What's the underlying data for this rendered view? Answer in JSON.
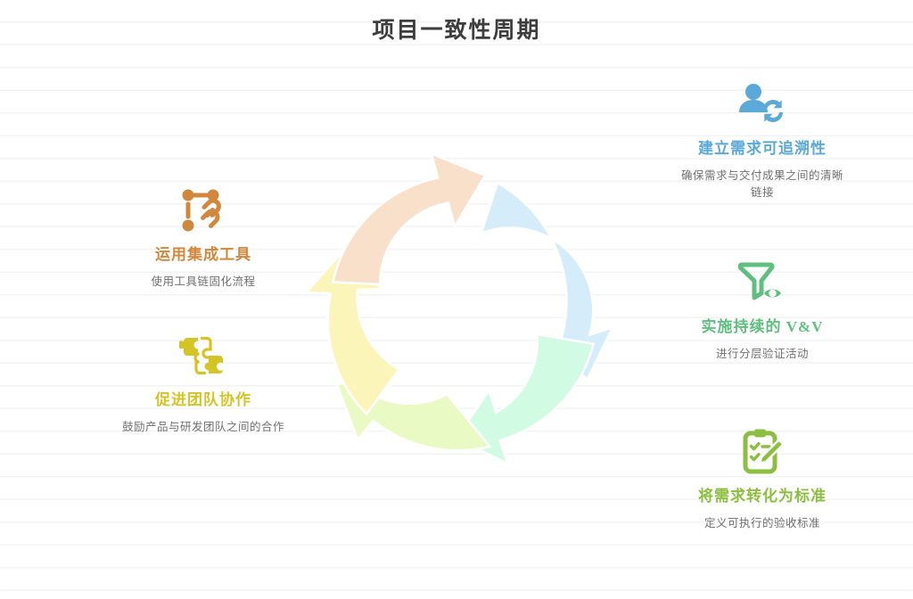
{
  "title": "项目一致性周期",
  "colors": {
    "blue": "#5ba9d8",
    "green": "#5fbf7f",
    "olive": "#8cbf3f",
    "orange": "#d1883c",
    "gold": "#d4c426",
    "arrow_peach": "#f8e0cb",
    "arrow_blue": "#d5edfa",
    "arrow_mint": "#d2fbe3",
    "arrow_lime": "#e9fac5",
    "arrow_yellow": "#fbf5b9",
    "title_text": "#3d3d3d",
    "desc_text": "#6f6f6f"
  },
  "cycle": {
    "segments": [
      {
        "name": "blue-segment",
        "color": "#d5edfa"
      },
      {
        "name": "mint-segment",
        "color": "#d2fbe3"
      },
      {
        "name": "lime-segment",
        "color": "#e9fac5"
      },
      {
        "name": "yellow-segment",
        "color": "#fbf5b9"
      },
      {
        "name": "peach-segment",
        "color": "#f8e0cb"
      }
    ]
  },
  "right_items": [
    {
      "id": "traceability",
      "icon": "person-sync-icon",
      "title": "建立需求可追溯性",
      "desc": "确保需求与交付成果之间的清晰链接",
      "color": "#5ba9d8"
    },
    {
      "id": "vv",
      "icon": "funnel-eye-icon",
      "title": "实施持续的 V&V",
      "desc": "进行分层验证活动",
      "color": "#5fbf7f"
    },
    {
      "id": "standards",
      "icon": "clipboard-check-pencil-icon",
      "title": "将需求转化为标准",
      "desc": "定义可执行的验收标准",
      "color": "#8cbf3f"
    }
  ],
  "left_items": [
    {
      "id": "tools",
      "icon": "nodes-chain-link-icon",
      "title": "运用集成工具",
      "desc": "使用工具链固化流程",
      "color": "#d1883c"
    },
    {
      "id": "collab",
      "icon": "puzzle-pieces-icon",
      "title": "促进团队协作",
      "desc": "鼓励产品与研发团队之间的合作",
      "color": "#d4c426"
    }
  ]
}
